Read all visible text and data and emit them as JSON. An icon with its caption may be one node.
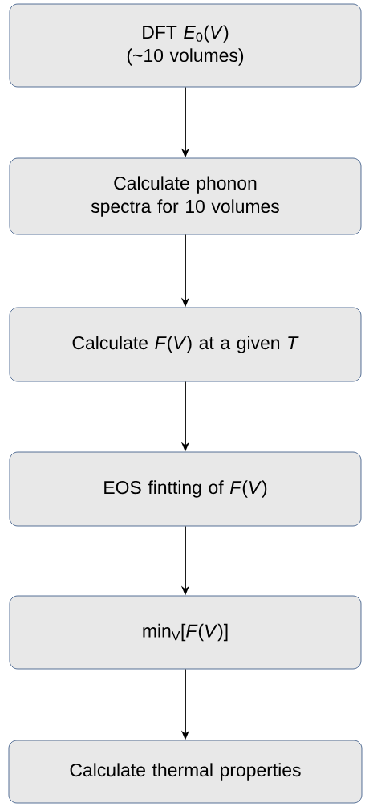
{
  "diagram": {
    "nodes": [
      {
        "text": [
          "DFT *E*$_{0}$(*V*)",
          "(~10 volumes)"
        ]
      },
      {
        "text": [
          "Calculate phonon spectra for 10 volumes"
        ]
      },
      {
        "text": [
          "Calculate *F*(*V*) at a given *T*"
        ]
      },
      {
        "text": [
          "EOS fintting of *F*(*V*)"
        ]
      },
      {
        "text": [
          "min$_{V}$[*F*(*V*)]"
        ]
      },
      {
        "text": [
          "Calculate thermal properties"
        ]
      }
    ],
    "edges": [
      {
        "from": 0,
        "to": 1,
        "arrow": "to"
      },
      {
        "from": 1,
        "to": 2,
        "arrow": "to"
      },
      {
        "from": 2,
        "to": 3,
        "arrow": "to"
      },
      {
        "from": 3,
        "to": 4,
        "arrow": "to"
      },
      {
        "from": 4,
        "to": 5,
        "arrow": "to"
      }
    ]
  }
}
